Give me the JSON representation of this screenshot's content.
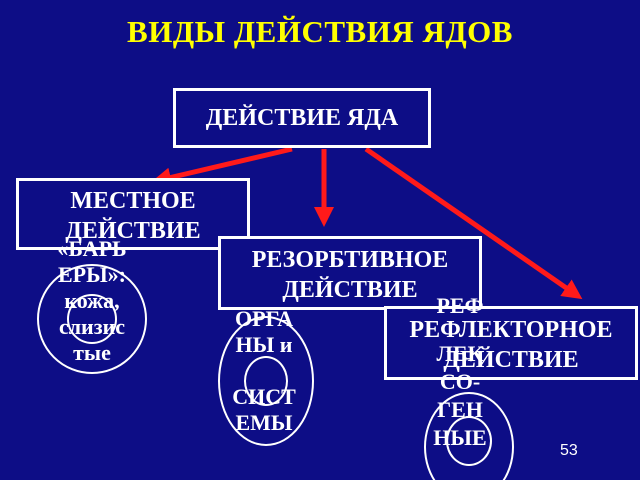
{
  "title": "ВИДЫ ДЕЙСТВИЯ ЯДОВ",
  "root_box": "ДЕЙСТВИЕ ЯДА",
  "branches": [
    {
      "box_line1": "МЕСТНОЕ",
      "box_line2": "ДЕЙСТВИЕ",
      "label_lines": [
        "«БАРЬ",
        "ЕРЫ»:",
        "кожа,",
        "слизис",
        "тые"
      ]
    },
    {
      "box_line1": "РЕЗОРБТИВНОЕ",
      "box_line2": "ДЕЙСТВИЕ",
      "label_lines": [
        "ОРГА",
        "НЫ и",
        "",
        "СИСТ",
        "ЕМЫ"
      ]
    },
    {
      "box_line1": "РЕФЛЕКТОРНОЕ",
      "box_line2": "ДЕЙСТВИЕ",
      "label_lines": [
        "РЕФ",
        "ЛЕК",
        "СО-",
        "ГЕН",
        "НЫЕ"
      ]
    }
  ],
  "page_number": "53",
  "colors": {
    "background": "#0d0d86",
    "title": "#ffff00",
    "arrow": "#ff1a1a",
    "text": "#ffffff"
  }
}
